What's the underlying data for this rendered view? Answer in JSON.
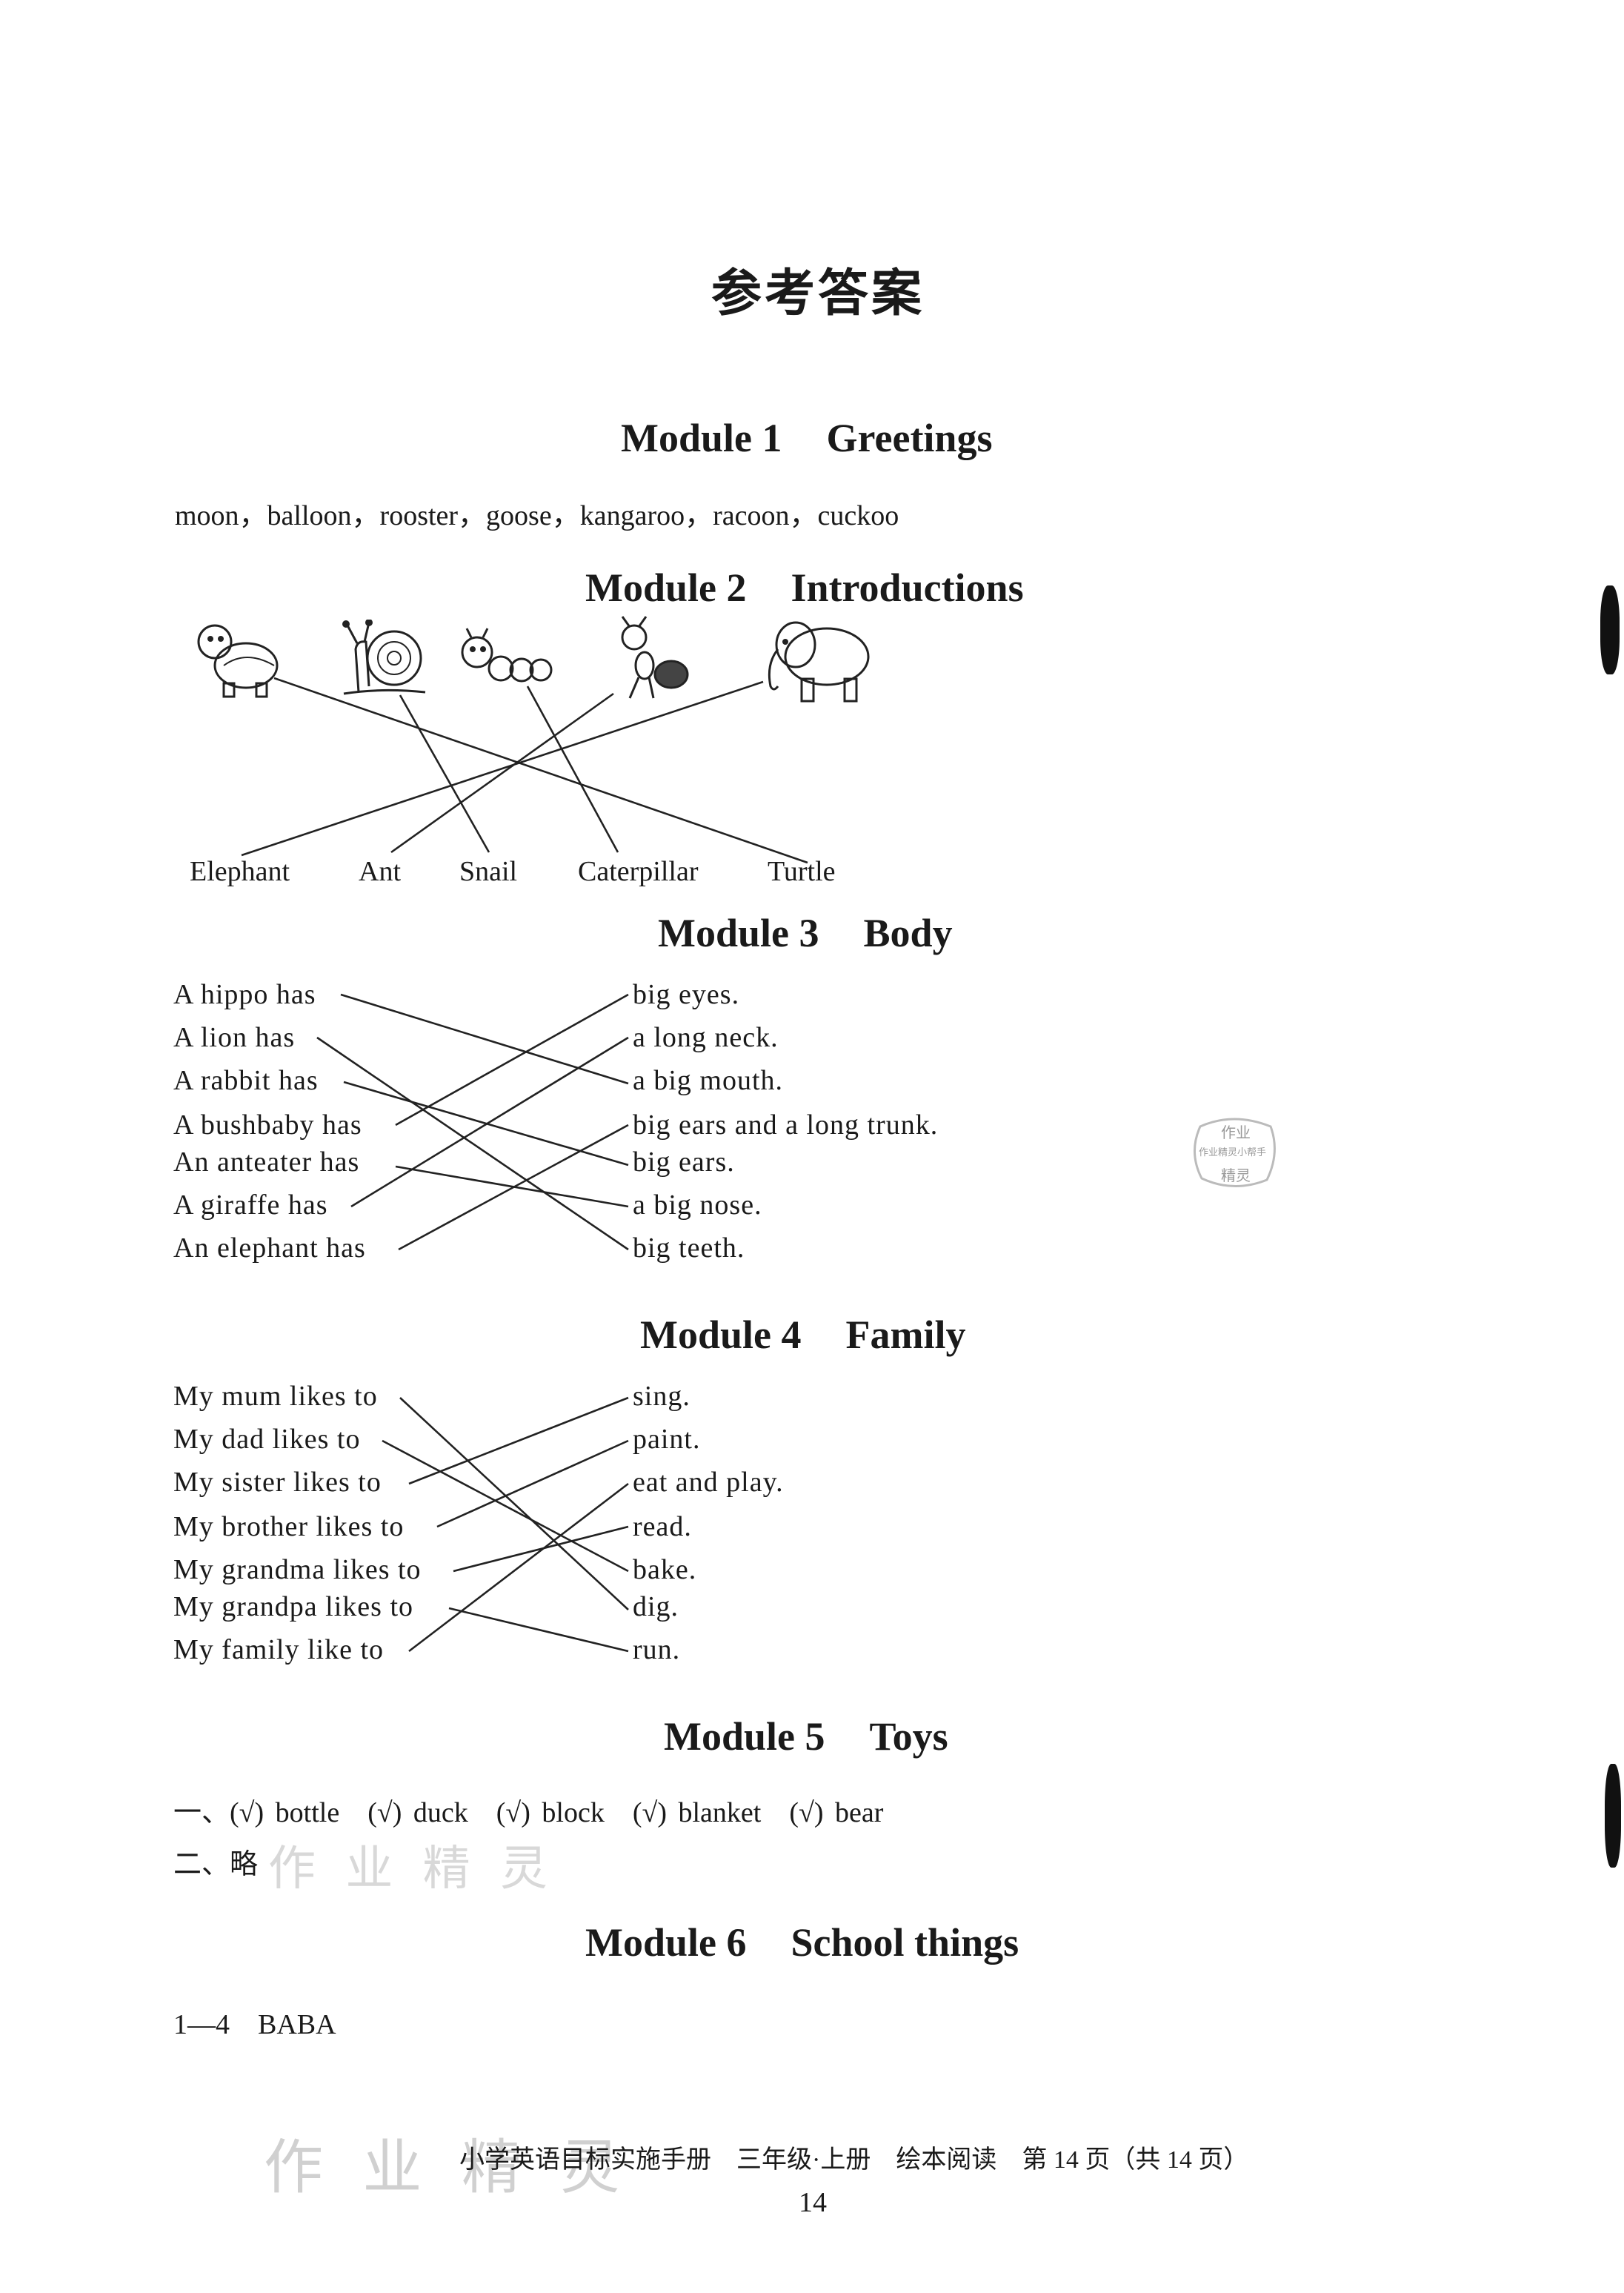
{
  "title": "参考答案",
  "modules": {
    "m1": {
      "num": "Module 1",
      "name": "Greetings",
      "answer": "moon，balloon，rooster，goose，kangaroo，racoon，cuckoo"
    },
    "m2": {
      "num": "Module 2",
      "name": "Introductions",
      "words": [
        "Elephant",
        "Ant",
        "Snail",
        "Caterpillar",
        "Turtle"
      ],
      "animals": [
        "turtle-icon",
        "snail-icon",
        "caterpillar-icon",
        "ant-icon",
        "elephant-icon"
      ]
    },
    "m3": {
      "num": "Module 3",
      "name": "Body",
      "left": [
        "A hippo has",
        "A lion has",
        "A rabbit has",
        "A bushbaby has",
        "An anteater has",
        "A giraffe has",
        "An elephant has"
      ],
      "right": [
        "big eyes.",
        "a long neck.",
        "a big mouth.",
        "big ears and a long trunk.",
        "big ears.",
        "a big nose.",
        "big teeth."
      ]
    },
    "m4": {
      "num": "Module 4",
      "name": "Family",
      "left": [
        "My mum likes to",
        "My dad likes to",
        "My sister likes to",
        "My brother likes to",
        "My grandma likes to",
        "My grandpa likes to",
        "My family like to"
      ],
      "right": [
        "sing.",
        "paint.",
        "eat and play.",
        "read.",
        "bake.",
        "dig.",
        "run."
      ]
    },
    "m5": {
      "num": "Module 5",
      "name": "Toys",
      "line1": "一、(√) bottle　(√) duck　(√) block　(√) blanket　(√) bear",
      "line2": "二、略"
    },
    "m6": {
      "num": "Module 6",
      "name": "School things",
      "answer": "1—4　BABA"
    }
  },
  "watermark": "作 业 精 灵",
  "stamp": {
    "top": "作业",
    "mid": "作业精灵小帮手",
    "bottom": "精灵"
  },
  "footer": "小学英语目标实施手册　三年级·上册　绘本阅读　第 14 页（共 14 页）",
  "page_number": "14"
}
